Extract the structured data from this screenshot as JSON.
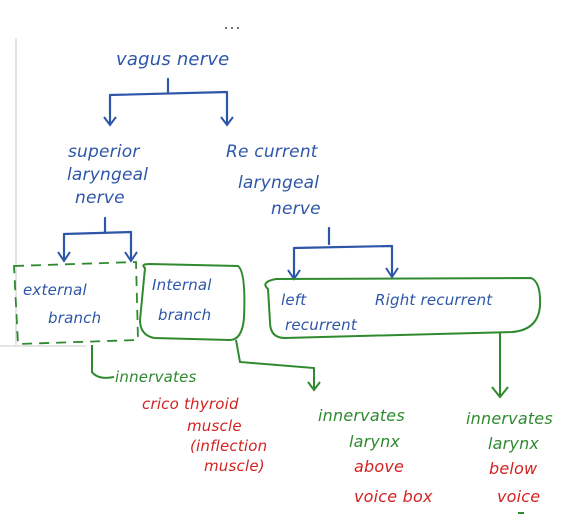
{
  "colors": {
    "blue": "#2e56a8",
    "green": "#2f8a2f",
    "red": "#d32222"
  },
  "nodes": {
    "root": "vagus nerve",
    "superior": [
      "superior",
      "laryngeal",
      "nerve"
    ],
    "recurrent": [
      "Re current",
      "laryngeal",
      "nerve"
    ],
    "external": [
      "external",
      "branch"
    ],
    "internal": [
      "Internal",
      "branch"
    ],
    "left": [
      "left",
      "recurrent"
    ],
    "right": "Right recurrent"
  },
  "notes": {
    "external_innervates": "innervates",
    "external_target": [
      "crico thyroid",
      "muscle",
      "(inflection",
      "muscle)"
    ],
    "internal_innervates": [
      "innervates",
      "larynx"
    ],
    "internal_target": [
      "above",
      "voice box"
    ],
    "recurrent_innervates": [
      "innervates",
      "larynx"
    ],
    "recurrent_target": [
      "below",
      "voice"
    ]
  }
}
